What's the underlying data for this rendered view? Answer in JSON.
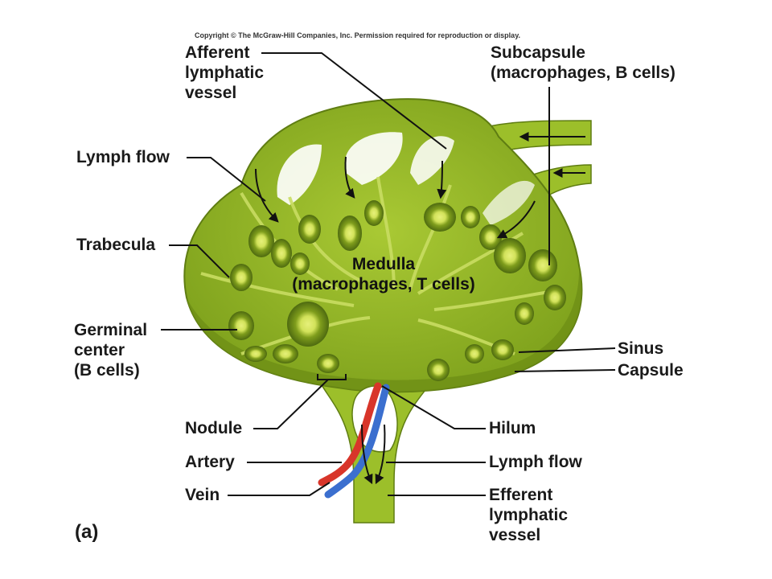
{
  "copyright": "Copyright © The McGraw-Hill Companies, Inc. Permission required for reproduction or display.",
  "panel_label": "(a)",
  "labels": {
    "afferent": [
      "Afferent",
      "lymphatic",
      "vessel"
    ],
    "subcapsule": [
      "Subcapsule",
      "(macrophages, B cells)"
    ],
    "lymph_flow_top": "Lymph flow",
    "trabecula": "Trabecula",
    "medulla": [
      "Medulla",
      "(macrophages, T cells)"
    ],
    "germinal": [
      "Germinal",
      "center",
      "(B cells)"
    ],
    "sinus": "Sinus",
    "capsule": "Capsule",
    "nodule": "Nodule",
    "hilum": "Hilum",
    "artery": "Artery",
    "lymph_flow_bottom": "Lymph flow",
    "vein": "Vein",
    "efferent": [
      "Efferent",
      "lymphatic",
      "vessel"
    ]
  },
  "colors": {
    "tissue": "#9cbf2a",
    "tissue_dark": "#6f8f16",
    "tissue_light": "#c8dc5a",
    "artery": "#d8352a",
    "vein": "#3b6fcf",
    "leader": "#111111"
  }
}
